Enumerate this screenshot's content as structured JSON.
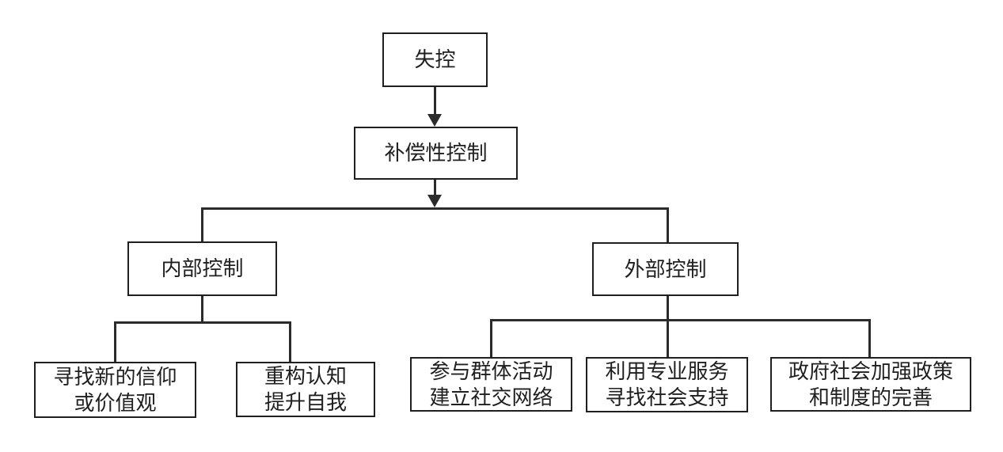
{
  "diagram": {
    "type": "flowchart",
    "line_color": "#2b2b2b",
    "box_border_color": "#1f1f1f",
    "background_color": "#ffffff",
    "nodes": {
      "root": {
        "label": "失控"
      },
      "compensatory": {
        "label": "补偿性控制"
      },
      "internal": {
        "label": "内部控制"
      },
      "external": {
        "label": "外部控制"
      },
      "new_belief": {
        "label": "寻找新的信仰\n或价值观"
      },
      "rebuild_cognition": {
        "label": "重构认知\n提升自我"
      },
      "group_activity": {
        "label": "参与群体活动\n建立社交网络"
      },
      "professional_service": {
        "label": "利用专业服务\n寻找社会支持"
      },
      "government_policy": {
        "label": "政府社会加强政策\n和制度的完善"
      }
    },
    "edges": [
      {
        "from": "root",
        "to": "compensatory",
        "arrow": true
      },
      {
        "from": "compensatory",
        "to": "internal",
        "arrow": true
      },
      {
        "from": "compensatory",
        "to": "external",
        "arrow": true
      },
      {
        "from": "internal",
        "to": "new_belief",
        "arrow": false
      },
      {
        "from": "internal",
        "to": "rebuild_cognition",
        "arrow": false
      },
      {
        "from": "external",
        "to": "group_activity",
        "arrow": false
      },
      {
        "from": "external",
        "to": "professional_service",
        "arrow": false
      },
      {
        "from": "external",
        "to": "government_policy",
        "arrow": false
      }
    ]
  }
}
